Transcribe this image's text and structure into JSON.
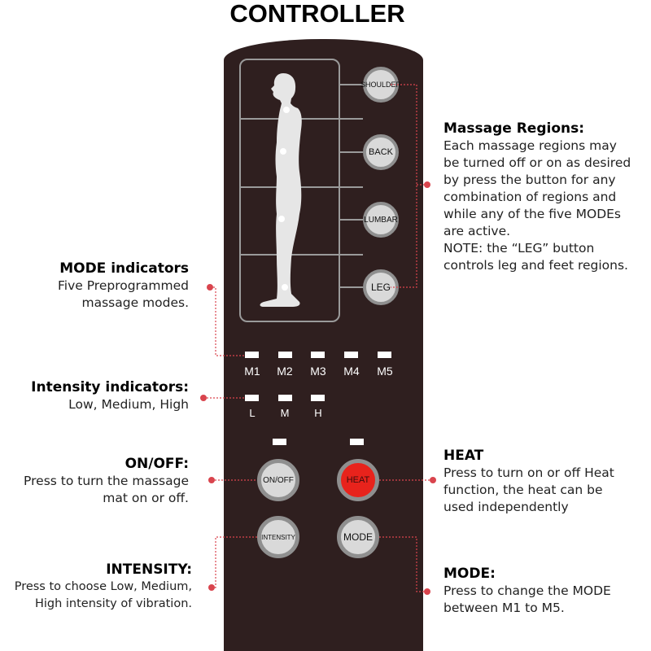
{
  "title": "CONTROLLER",
  "buttons": {
    "shoulder": "SHOULDER",
    "back": "BACK",
    "lumbar": "LUMBAR",
    "leg": "LEG",
    "onoff": "ON/OFF",
    "heat": "HEAT",
    "intensity": "INTENSITY",
    "mode": "MODE"
  },
  "mode_leds": [
    "M1",
    "M2",
    "M3",
    "M4",
    "M5"
  ],
  "intensity_leds": [
    "L",
    "M",
    "H"
  ],
  "callouts": {
    "regions": {
      "heading": "Massage Regions:",
      "lines": [
        "Each massage regions may",
        "be turned off or on as desired",
        "by press the button for any",
        "combination of regions and",
        "while any of the five MODEs",
        "are active.",
        "NOTE: the “LEG” button",
        "controls leg and feet regions."
      ]
    },
    "mode_indicators": {
      "heading": "MODE indicators",
      "lines": [
        "Five Preprogrammed",
        "massage modes."
      ]
    },
    "intensity_indicators": {
      "heading": "Intensity indicators:",
      "lines": [
        "Low, Medium, High"
      ]
    },
    "onoff": {
      "heading": "ON/OFF:",
      "lines": [
        "Press to turn the massage",
        "mat on or off."
      ]
    },
    "heat": {
      "heading": "HEAT",
      "lines": [
        "Press to turn on or off Heat",
        "function, the heat can be",
        "used independently"
      ]
    },
    "intensity": {
      "heading": "INTENSITY:",
      "lines": [
        "Press to choose Low, Medium,",
        "High intensity of vibration."
      ]
    },
    "mode": {
      "heading": "MODE:",
      "lines": [
        "Press to change the MODE",
        "between M1 to M5."
      ]
    }
  },
  "colors": {
    "remote": "#2f1f1f",
    "heat_button": "#e8231c",
    "accent_dot": "#d9444d"
  }
}
